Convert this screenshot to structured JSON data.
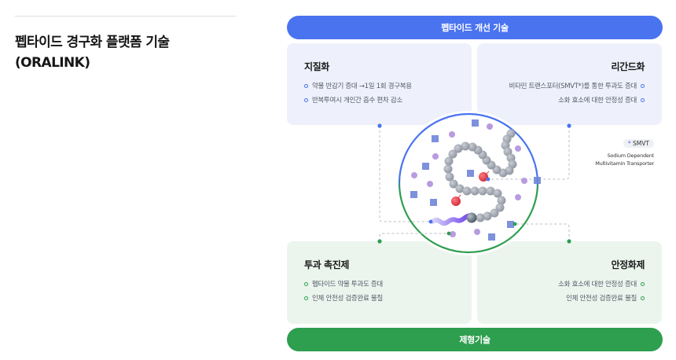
{
  "page": {
    "title_line1": "펩타이드 경구화 플랫폼 기술",
    "title_line2": "(ORALINK)"
  },
  "top_bar": {
    "label": "펩타이드 개선 기술",
    "color": "#4a73f0"
  },
  "bottom_bar": {
    "label": "제형기술",
    "color": "#2e9e4f"
  },
  "cards": {
    "lipidation": {
      "title": "지질화",
      "items": [
        "약물 반감기 증대 →1일 1회 경구복용",
        "반복투여시 개인간 흡수 편차 감소"
      ]
    },
    "ligandation": {
      "title": "리간드화",
      "items": [
        "비타민 트랜스포터(SMVT*)를 통한 투과도 증대",
        "소화 효소에 대한 안정성 증대"
      ]
    },
    "permeation_enhancer": {
      "title": "투과 촉진제",
      "items": [
        "펩타이드 약물 투과도 증대",
        "인체 안전성 검증완료 물질"
      ]
    },
    "stabilizer": {
      "title": "안정화제",
      "items": [
        "소화 효소에 대한 안정성 증대",
        "인체 안전성 검증완료 물질"
      ]
    }
  },
  "legend": {
    "star": "*",
    "abbr": "SMVT",
    "desc_line1": "Sodium Dependent",
    "desc_line2": "Multivitamin Transporter"
  },
  "colors": {
    "blue": "#4a73f0",
    "green": "#2e9e4f",
    "bead": "#9aa0aa",
    "red_bead": "#e0404a",
    "square": "#6f86d9",
    "dot": "#b99be0"
  }
}
